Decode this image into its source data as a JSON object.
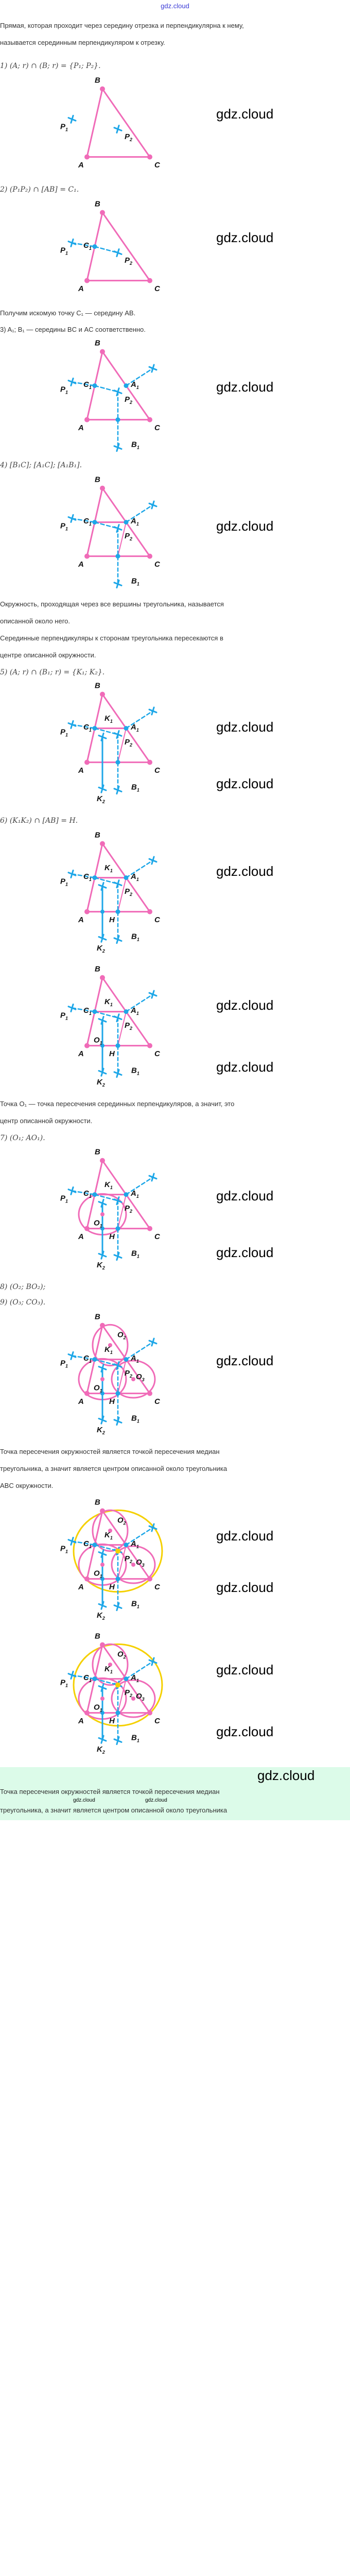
{
  "header": {
    "site": "gdz.cloud"
  },
  "watermark": "gdz.cloud",
  "colors": {
    "triangle": "#f06bb8",
    "construction": "#1ea7e8",
    "circumcircle": "#f5d000",
    "green_box": "#dcfbe9",
    "site_link": "#3c3cd6"
  },
  "text": {
    "definition_1": "Прямая, которая проходит через середину отрезка и перпендикулярна к нему,",
    "definition_2": "называется серединным перпендикуляром к отрезку.",
    "step_1": "1) (A; r) ∩ (B; r) = {P₁; P₂}.",
    "step_2": "2) (P₁P₂) ∩ [AB] = C₁.",
    "result_c1": "Получим искомую точку C₁ — середину AB.",
    "step_3": "3) A₁; B₁ — середины BC и AC соответственно.",
    "step_4": "4) [B₁C]; [A₁C]; [A₁B₁].",
    "circle_def_1": "Окружность, проходящая через все вершины треугольника, называется",
    "circle_def_2": "описанной около него.",
    "bisectors_1": "Серединные перпендикуляры к сторонам треугольника пересекаются в",
    "bisectors_2": "центре описанной окружности.",
    "step_5": "5) (A; r) ∩ (B₁; r) = {K₁; K₂}.",
    "step_6": "6) (K₁K₂) ∩ [AB] = H.",
    "o1_note_1": "Точка O₁ — точка пересечения серединных перпендикуляров, а значит, это",
    "o1_note_2": "центр описанной окружности.",
    "step_7": "7) (O₁; AO₁).",
    "step_8": "8) (O₂; BO₂);",
    "step_9": "9) (O₃; CO₃).",
    "conclusion_1": "Точка пересечения окружностей является точкой пересечения медиан",
    "conclusion_2": "треугольника, а значит является центром описанной около треугольника",
    "conclusion_3": "ABC окружности.",
    "final_1": "Точка пересечения окружностей является точкой пересечения медиан",
    "final_2": "треугольника, а значит является центром описанной около треугольника"
  },
  "diagrams": [
    {
      "step": 1,
      "labels": [
        "B",
        "A",
        "C",
        "P1",
        "P2"
      ]
    },
    {
      "step": 2,
      "labels": [
        "B",
        "A",
        "C",
        "P1",
        "P2",
        "C1"
      ]
    },
    {
      "step": 3,
      "labels": [
        "B",
        "A",
        "C",
        "P1",
        "P2",
        "C1",
        "A1",
        "B1"
      ]
    },
    {
      "step": 4,
      "labels": [
        "B",
        "A",
        "C",
        "P1",
        "P2",
        "C1",
        "A1",
        "B1"
      ]
    },
    {
      "step": 5,
      "labels": [
        "B",
        "A",
        "C",
        "P1",
        "P2",
        "C1",
        "A1",
        "B1",
        "K1",
        "K2"
      ]
    },
    {
      "step": 6,
      "labels": [
        "B",
        "A",
        "C",
        "P1",
        "P2",
        "C1",
        "A1",
        "B1",
        "K1",
        "K2",
        "H"
      ]
    },
    {
      "step": 6,
      "labels": [
        "B",
        "A",
        "C",
        "P1",
        "P2",
        "C1",
        "A1",
        "B1",
        "K1",
        "K2",
        "H",
        "O1"
      ]
    },
    {
      "step": 7,
      "labels": [
        "B",
        "A",
        "C",
        "P1",
        "P2",
        "C1",
        "A1",
        "B1",
        "K1",
        "K2",
        "H",
        "O1"
      ]
    },
    {
      "step": 8,
      "labels": [
        "B",
        "A",
        "C",
        "P1",
        "P2",
        "C1",
        "A1",
        "B1",
        "K1",
        "K2",
        "H",
        "O1",
        "O2",
        "O3"
      ]
    },
    {
      "step": 9,
      "labels": [
        "B",
        "A",
        "C",
        "P1",
        "P2",
        "C1",
        "A1",
        "B1",
        "K1",
        "K2",
        "H",
        "O1",
        "O2",
        "O3"
      ]
    },
    {
      "step": 9,
      "labels": [
        "B",
        "A",
        "C",
        "P1",
        "P2",
        "C1",
        "A1",
        "B1",
        "K1",
        "K2",
        "H",
        "O1",
        "O2",
        "O3"
      ]
    }
  ]
}
